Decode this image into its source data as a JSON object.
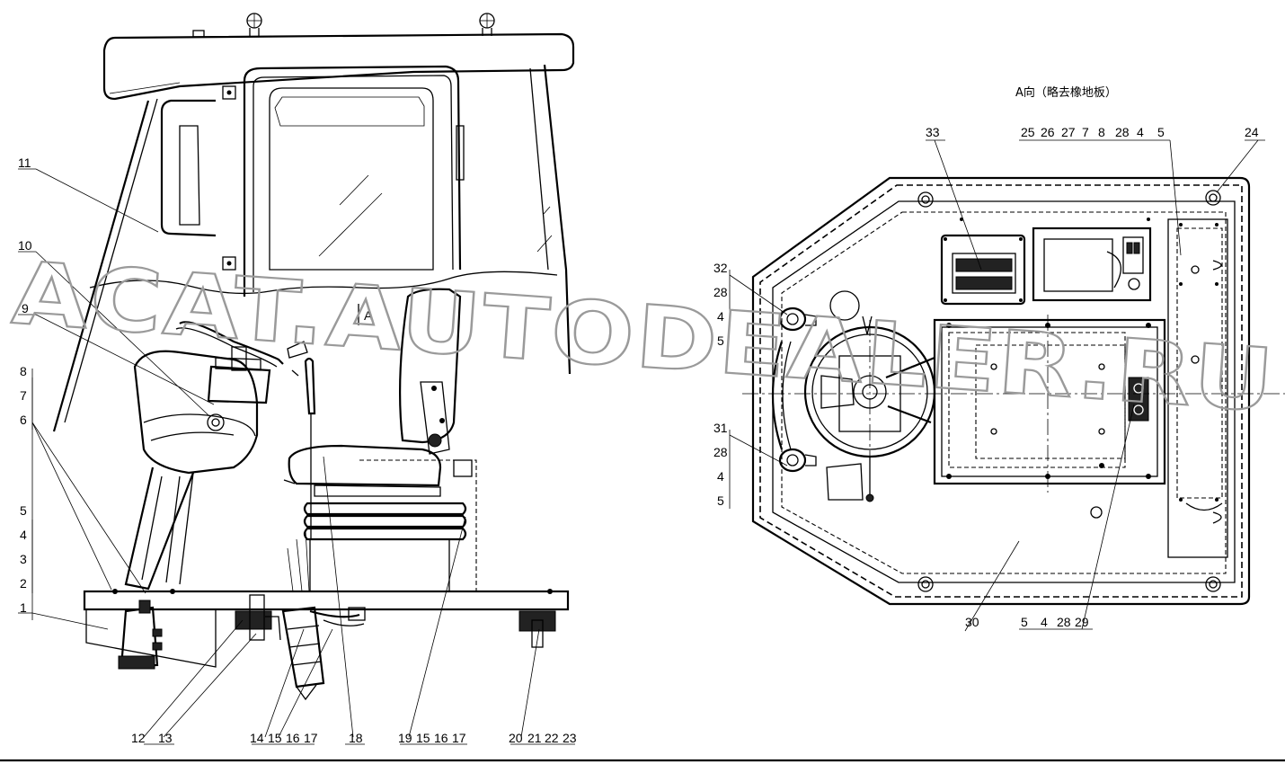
{
  "view_title": "A向（略去橡地板）",
  "section_marker": "A",
  "watermark": "ACAT.AUTODEALER.RU",
  "left_view": {
    "callouts_left": [
      "11",
      "10",
      "9",
      "8",
      "7",
      "6",
      "5",
      "4",
      "3",
      "2",
      "1"
    ],
    "callouts_bottom": [
      [
        "12",
        "13"
      ],
      [
        "14",
        "15",
        "16",
        "17"
      ],
      [
        "18"
      ],
      [
        "19",
        "15",
        "16",
        "17"
      ],
      [
        "20",
        "21",
        "22",
        "23"
      ]
    ]
  },
  "right_view": {
    "callouts_top": [
      [
        "33"
      ],
      [
        "25",
        "26",
        "27",
        "7",
        "8",
        "28",
        "4",
        "5"
      ],
      [
        "24"
      ]
    ],
    "callouts_left_upper": [
      "32",
      "28",
      "4",
      "5"
    ],
    "callouts_left_lower": [
      "31",
      "28",
      "4",
      "5"
    ],
    "callouts_bottom": [
      [
        "30"
      ],
      [
        "5",
        "4",
        "28",
        "29"
      ]
    ]
  }
}
